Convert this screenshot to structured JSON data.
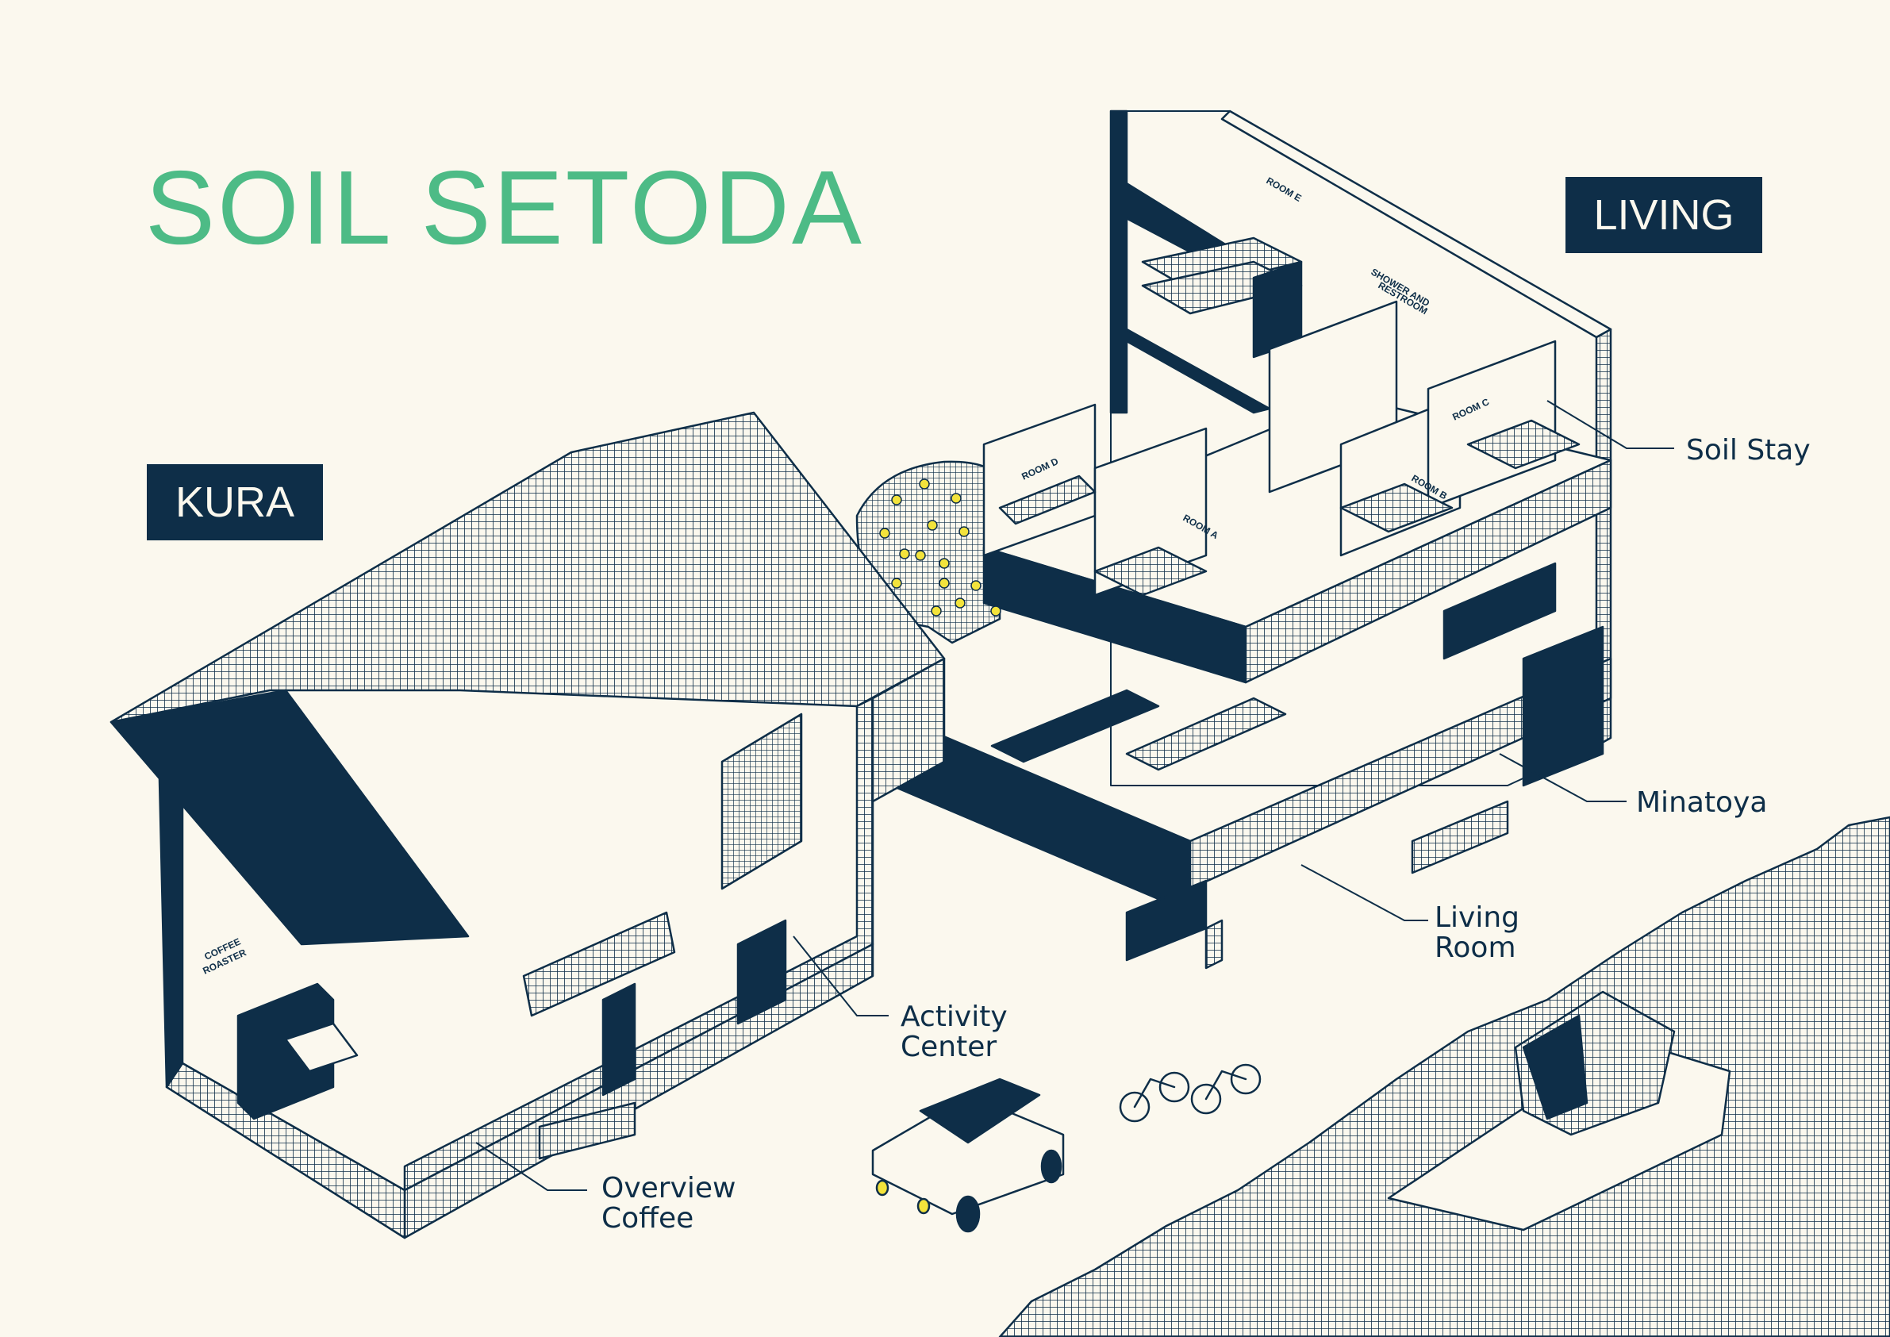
{
  "title": "SOIL SETODA",
  "tags": {
    "kura": "KURA",
    "living": "LIVING"
  },
  "labels": {
    "soil_stay": "Soil Stay",
    "minatoya": "Minatoya",
    "living_room_line1": "Living",
    "living_room_line2": "Room",
    "activity_line1": "Activity",
    "activity_line2": "Center",
    "overview_line1": "Overview",
    "overview_line2": "Coffee"
  },
  "rooms": {
    "room_a": "ROOM A",
    "room_b": "ROOM B",
    "room_c": "ROOM C",
    "room_d": "ROOM D",
    "room_e": "ROOM E",
    "shower_line1": "SHOWER AND",
    "shower_line2": "RESTROOM",
    "roaster_line1": "COFFEE",
    "roaster_line2": "ROASTER"
  },
  "colors": {
    "background": "#fbf8ee",
    "navy": "#0e2e48",
    "title_green": "#4dbb86",
    "lamp_yellow": "#f3e33b"
  }
}
